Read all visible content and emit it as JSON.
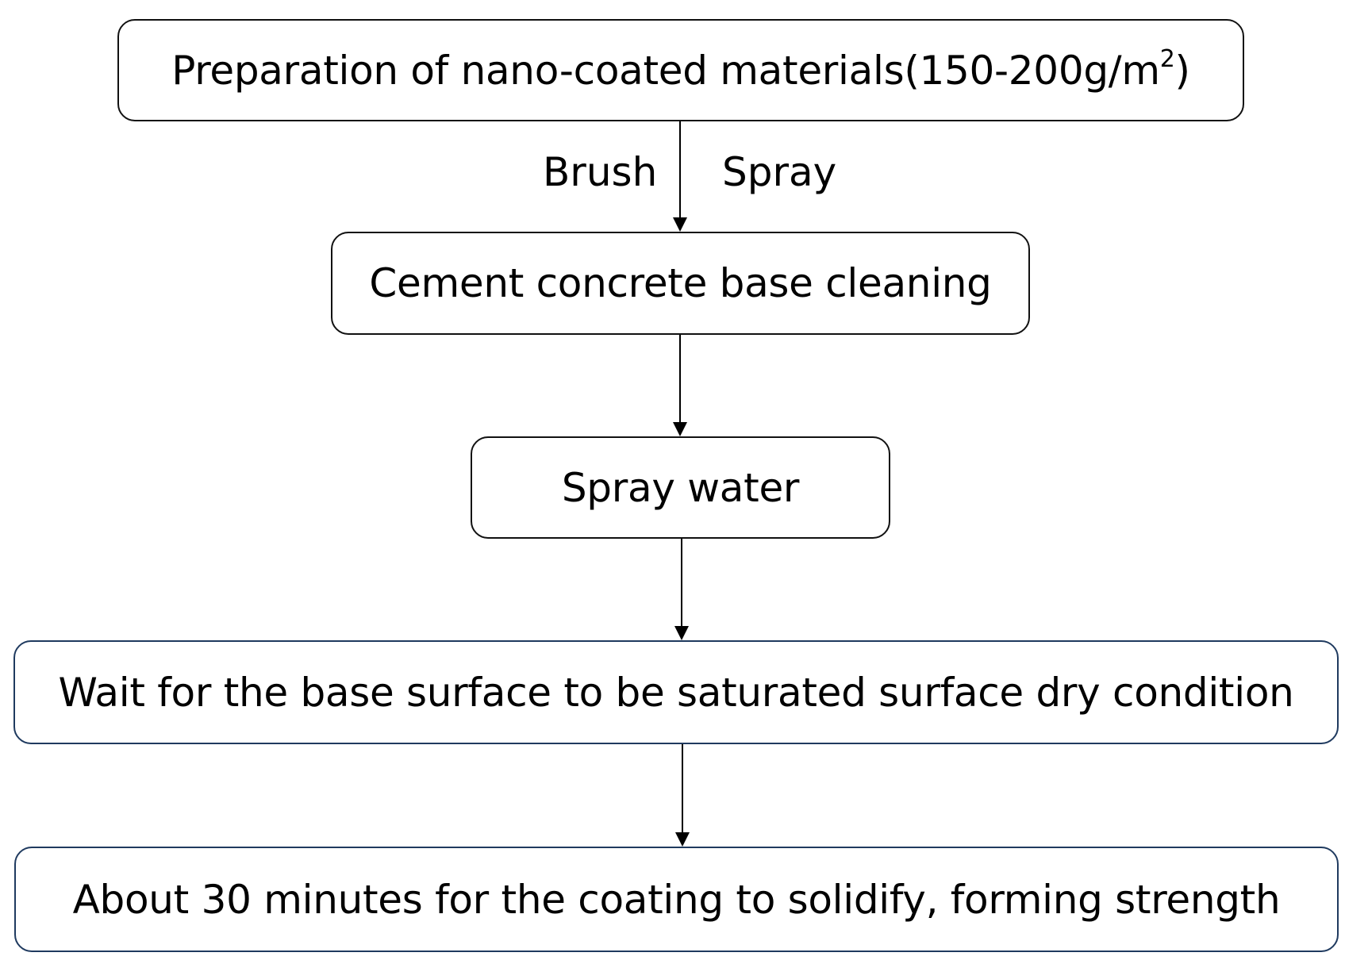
{
  "steps": {
    "s1": {
      "text": "Preparation of nano-coated materials(150-200g/m",
      "sup": "2",
      "close": ")"
    },
    "s2": {
      "text": "Cement concrete base cleaning"
    },
    "s3": {
      "text": "Spray water"
    },
    "s4": {
      "text": "Wait for the base surface to be saturated surface dry condition"
    },
    "s5": {
      "text": "About 30 minutes for the coating to solidify, forming strength"
    }
  },
  "edge_labels": {
    "left": "Brush",
    "right": "Spray"
  },
  "colors": {
    "box_border": "#111111",
    "box_border_blue": "#1f3a5f",
    "arrow": "#000000"
  }
}
